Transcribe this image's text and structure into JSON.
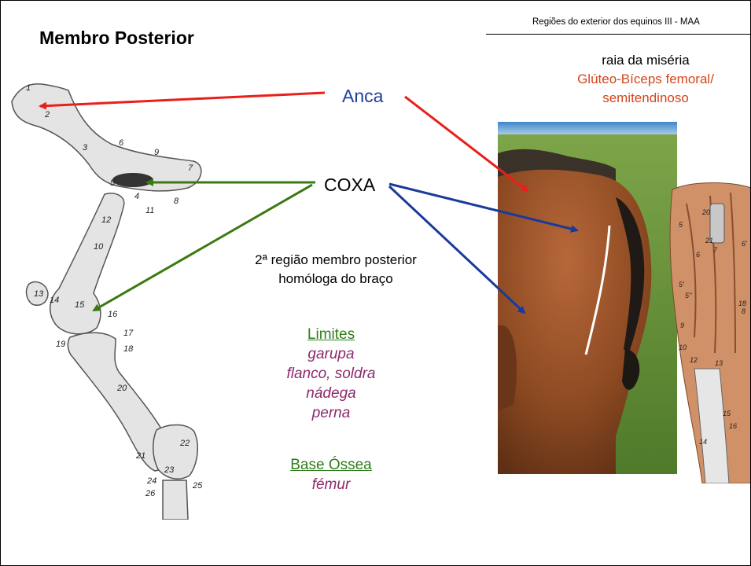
{
  "header": {
    "text": "Regiões do exterior dos equinos  III  -  MAA"
  },
  "title": "Membro Posterior",
  "labels": {
    "anca": "Anca",
    "coxa": "COXA"
  },
  "description": {
    "line1": "2ª região membro posterior",
    "line2": "homóloga do braço"
  },
  "right_heading": {
    "line1": "raia da miséria",
    "line2": "Glúteo-Bíceps femoral/",
    "line3": "semitendinoso"
  },
  "limits": {
    "heading": "Limites",
    "items": [
      "garupa",
      "flanco, soldra",
      "nádega",
      "perna"
    ]
  },
  "base": {
    "heading": "Base Óssea",
    "item": "fémur"
  },
  "skeleton_numbers": [
    "1",
    "2",
    "3",
    "6",
    "9",
    "7",
    "5",
    "4",
    "8",
    "11",
    "12",
    "10",
    "13",
    "14",
    "15",
    "16",
    "17",
    "19",
    "18",
    "20",
    "22",
    "21",
    "23",
    "24",
    "25",
    "26"
  ],
  "muscle_numbers": [
    "20",
    "21",
    "5",
    "6",
    "7",
    "6'",
    "5'",
    "5''",
    "8",
    "9",
    "10",
    "12",
    "13",
    "14",
    "15",
    "16",
    "18"
  ],
  "colors": {
    "red_arrow": "#e8201c",
    "green_arrow": "#3b7a0f",
    "blue_arrow": "#1a3a9a",
    "anca_text": "#1f3fa0",
    "limits_green": "#2e7d1a",
    "limits_purple": "#8b2a6d",
    "orange_text": "#d4451c"
  }
}
